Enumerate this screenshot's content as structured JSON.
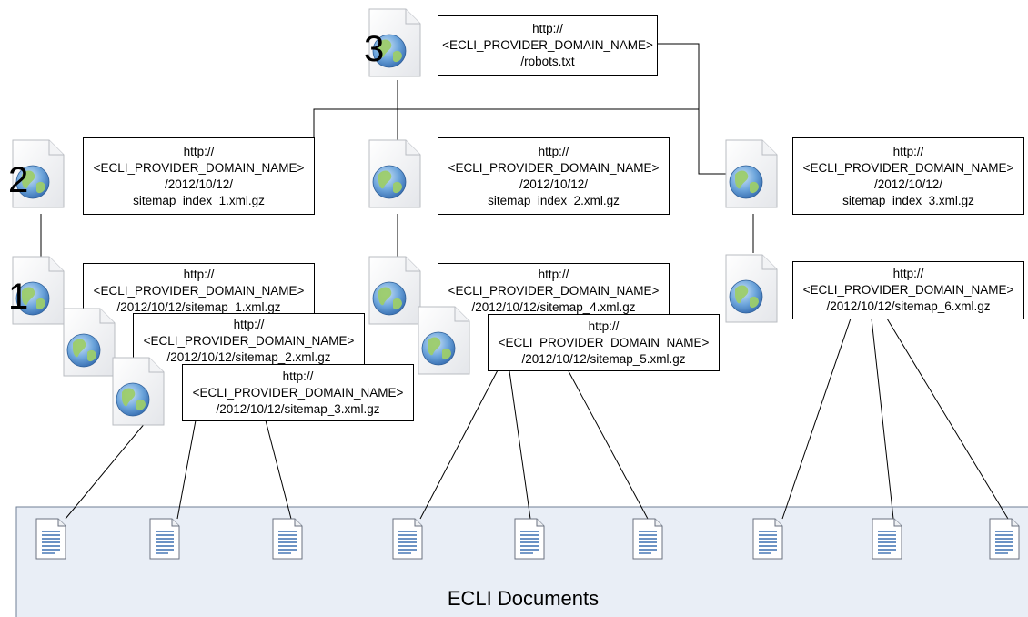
{
  "levels": {
    "level1": "1",
    "level2": "2",
    "level3": "3"
  },
  "robots": {
    "line1": "http://",
    "line2": "<ECLI_PROVIDER_DOMAIN_NAME>",
    "line3": "/robots.txt"
  },
  "sitemap_indexes": [
    {
      "line1": "http://",
      "line2": "<ECLI_PROVIDER_DOMAIN_NAME>",
      "line3": "/2012/10/12/",
      "line4": "sitemap_index_1.xml.gz"
    },
    {
      "line1": "http://",
      "line2": "<ECLI_PROVIDER_DOMAIN_NAME>",
      "line3": "/2012/10/12/",
      "line4": "sitemap_index_2.xml.gz"
    },
    {
      "line1": "http://",
      "line2": "<ECLI_PROVIDER_DOMAIN_NAME>",
      "line3": "/2012/10/12/",
      "line4": "sitemap_index_3.xml.gz"
    }
  ],
  "sitemaps": [
    {
      "line1": "http://",
      "line2": "<ECLI_PROVIDER_DOMAIN_NAME>",
      "line3": "/2012/10/12/sitemap_1.xml.gz"
    },
    {
      "line1": "http://",
      "line2": "<ECLI_PROVIDER_DOMAIN_NAME>",
      "line3": "/2012/10/12/sitemap_2.xml.gz"
    },
    {
      "line1": "http://",
      "line2": "<ECLI_PROVIDER_DOMAIN_NAME>",
      "line3": "/2012/10/12/sitemap_3.xml.gz"
    },
    {
      "line1": "http://",
      "line2": "<ECLI_PROVIDER_DOMAIN_NAME>",
      "line3": "/2012/10/12/sitemap_4.xml.gz"
    },
    {
      "line1": "http://",
      "line2": "<ECLI_PROVIDER_DOMAIN_NAME>",
      "line3": "/2012/10/12/sitemap_5.xml.gz"
    },
    {
      "line1": "http://",
      "line2": "<ECLI_PROVIDER_DOMAIN_NAME>",
      "line3": "/2012/10/12/sitemap_6.xml.gz"
    }
  ],
  "documents_label": "ECLI Documents",
  "colors": {
    "band_fill": "#e9eef6",
    "band_border": "#6f7f96",
    "globe_blue": "#4f86c6",
    "land_green": "#8fbf5a",
    "doc_lines": "#3a6fb0"
  }
}
